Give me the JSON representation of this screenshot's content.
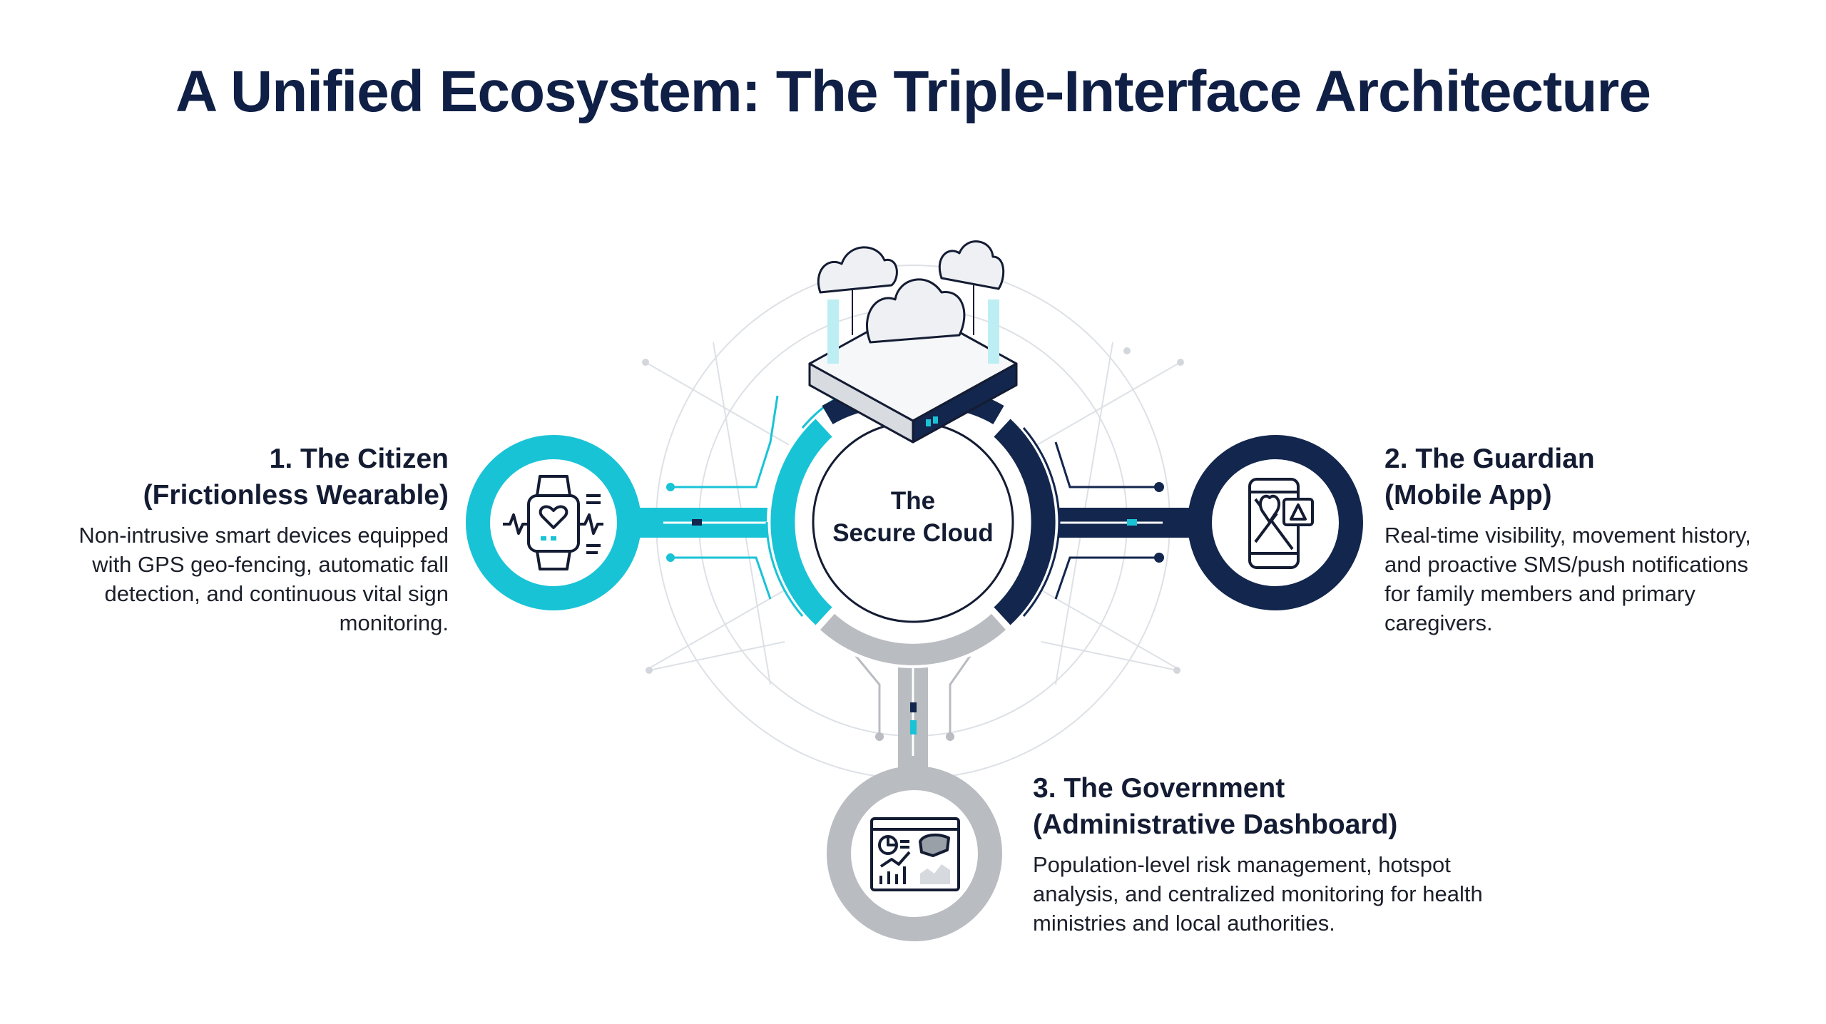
{
  "title": "A Unified Ecosystem: The Triple-Interface Architecture",
  "center": {
    "line1": "The",
    "line2": "Secure Cloud"
  },
  "nodes": [
    {
      "heading": "1. The Citizen",
      "subheading": "(Frictionless Wearable)",
      "description": "Non-intrusive smart devices equipped with GPS geo-fencing, automatic fall detection, and continuous vital sign monitoring.",
      "icon": "smartwatch-heart-icon",
      "color": "#19c3d6"
    },
    {
      "heading": "2. The Guardian",
      "subheading": "(Mobile App)",
      "description": "Real-time visibility, movement history, and proactive SMS/push notifications for family members and primary caregivers.",
      "icon": "phone-map-alert-icon",
      "color": "#13264d"
    },
    {
      "heading": "3. The Government",
      "subheading": "(Administrative Dashboard)",
      "description": "Population-level risk management, hotspot analysis, and centralized monitoring for health ministries and local authorities.",
      "icon": "dashboard-icon",
      "color": "#b9bcc0"
    }
  ]
}
